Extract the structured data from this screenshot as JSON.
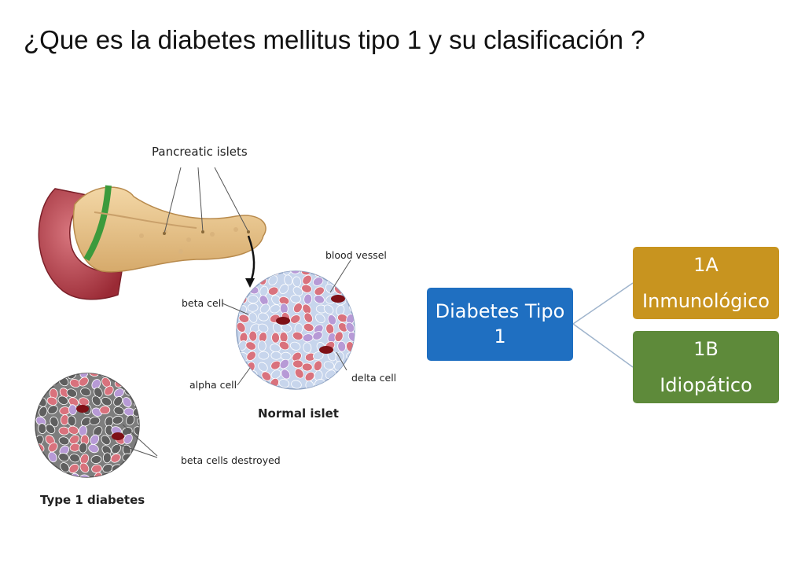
{
  "slide": {
    "title": "¿Que es la diabetes mellitus tipo 1 y su clasificación ?"
  },
  "illustration": {
    "pancreatic_islets": "Pancreatic islets",
    "blood_vessel": "blood vessel",
    "beta_cell": "beta cell",
    "alpha_cell": "alpha cell",
    "delta_cell": "delta cell",
    "normal_islet": "Normal islet",
    "beta_cells_destroyed": "beta cells destroyed",
    "type1_diabetes": "Type 1 diabetes"
  },
  "tree": {
    "root": {
      "line1": "Diabetes Tipo",
      "line2": "1",
      "color": "#1f6fc1"
    },
    "children": [
      {
        "code": "1A",
        "label": "Inmunológico",
        "color": "#c8941f"
      },
      {
        "code": "1B",
        "label": "Idiopático",
        "color": "#5e8a3a"
      }
    ]
  }
}
